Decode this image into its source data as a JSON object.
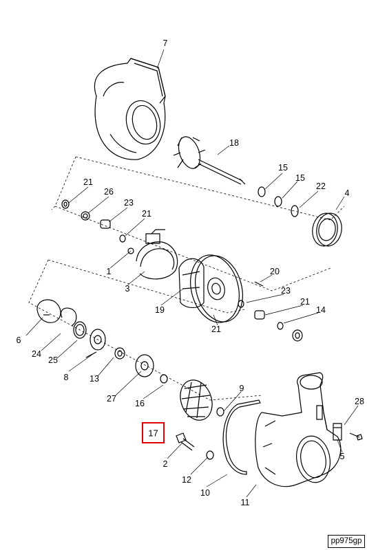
{
  "labels": {
    "p7": "7",
    "p18": "18",
    "p15a": "15",
    "p15b": "15",
    "p22": "22",
    "p4": "4",
    "p21a": "21",
    "p26": "26",
    "p23a": "23",
    "p21b": "21",
    "p1": "1",
    "p3": "3",
    "p19": "19",
    "p21c": "21",
    "p20": "20",
    "p23b": "23",
    "p21d": "21",
    "p14": "14",
    "p6": "6",
    "p24": "24",
    "p25": "25",
    "p8": "8",
    "p13": "13",
    "p27": "27",
    "p16": "16",
    "p9": "9",
    "p28": "28",
    "p5": "5",
    "p2": "2",
    "p12": "12",
    "p10": "10",
    "p11": "11"
  },
  "highlight": {
    "label": "17",
    "color": "#e10000"
  },
  "reference_code": "pp975gp"
}
